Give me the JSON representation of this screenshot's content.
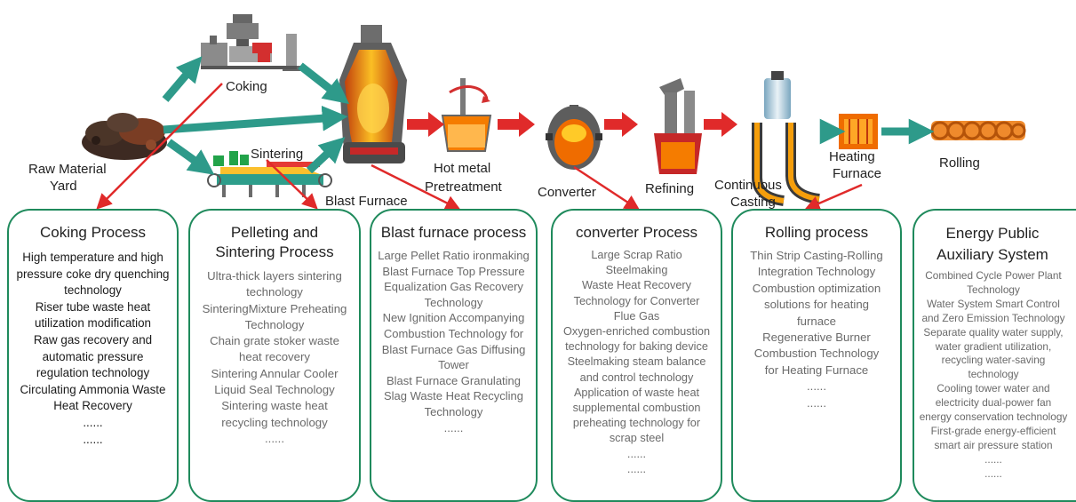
{
  "stages": {
    "coking": "Coking",
    "sintering": "Sintering",
    "raw_material_l1": "Raw Material",
    "raw_material_l2": "Yard",
    "blast_furnace": "Blast Furnace",
    "hot_metal_l1": "Hot metal",
    "hot_metal_l2": "Pretreatment",
    "converter": "Converter",
    "refining": "Refining",
    "continuous_l1": "Continuous",
    "continuous_l2": "Casting",
    "heating_l1": "Heating",
    "heating_l2": "Furnace",
    "rolling": "Rolling"
  },
  "boxes": [
    {
      "title_lines": [
        "Coking Process"
      ],
      "items": [
        "High temperature and high",
        "pressure coke dry quenching",
        "technology",
        "Riser tube waste heat",
        "utilization modification",
        "Raw gas recovery and",
        "automatic pressure",
        "regulation technology",
        "Circulating Ammonia Waste",
        "Heat Recovery",
        "......",
        "......"
      ]
    },
    {
      "title_lines": [
        "Pelleting and",
        "Sintering Process"
      ],
      "items": [
        "Ultra-thick layers sintering",
        "technology",
        "SinteringMixture Preheating",
        "Technology",
        "Chain grate stoker waste",
        "heat recovery",
        "Sintering Annular Cooler",
        "Liquid Seal Technology",
        "Sintering waste heat",
        "recycling technology",
        "......"
      ]
    },
    {
      "title_lines": [
        "Blast furnace process"
      ],
      "items": [
        "Large Pellet Ratio ironmaking",
        "Blast Furnace Top Pressure",
        "Equalization Gas Recovery",
        "Technology",
        "New Ignition Accompanying",
        "Combustion Technology for",
        "Blast Furnace Gas Diffusing",
        "Tower",
        "Blast Furnace Granulating",
        "Slag Waste Heat Recycling",
        "Technology",
        "......"
      ]
    },
    {
      "title_lines": [
        "converter Process"
      ],
      "items": [
        "Large Scrap Ratio",
        "Steelmaking",
        "Waste Heat Recovery",
        "Technology for Converter",
        "Flue Gas",
        "Oxygen-enriched combustion",
        "technology for baking device",
        "Steelmaking steam balance",
        "and control technology",
        "Application of waste heat",
        "supplemental combustion",
        "preheating technology for",
        "scrap steel",
        "......",
        "......"
      ]
    },
    {
      "title_lines": [
        "Rolling process"
      ],
      "items": [
        "Thin Strip Casting-Rolling",
        "Integration Technology",
        "Combustion optimization",
        "solutions for heating",
        "furnace",
        "Regenerative Burner",
        "Combustion Technology",
        "for Heating Furnace",
        "......",
        "......"
      ]
    },
    {
      "title_lines": [
        "Energy Public",
        "Auxiliary System"
      ],
      "items": [
        "Combined Cycle Power Plant",
        "Technology",
        "Water System Smart Control",
        "and Zero Emission Technology",
        "Separate quality water supply,",
        "water gradient utilization,",
        "recycling water-saving",
        "technology",
        "Cooling tower water and",
        "electricity dual-power fan",
        "energy conservation technology",
        "First-grade energy-efficient",
        "smart air pressure station",
        "......",
        "......"
      ]
    }
  ]
}
